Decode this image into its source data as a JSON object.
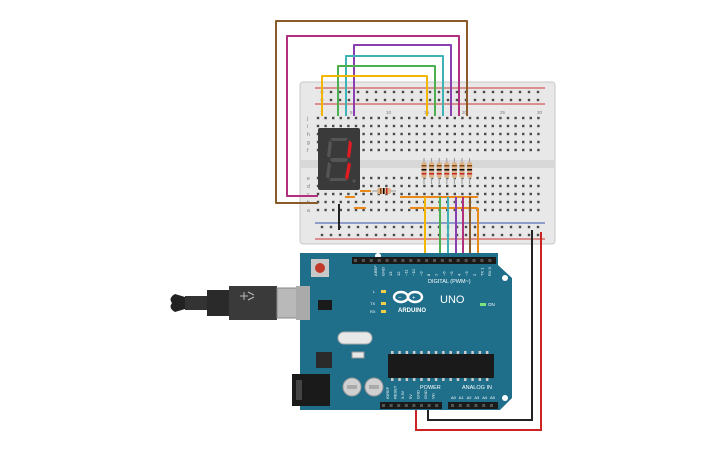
{
  "colors": {
    "board": "#1f6f8b",
    "breadboard": "#e6e6e6",
    "wire_brown": "#8b5a2b",
    "wire_magenta": "#b0307e",
    "wire_purple": "#8a3fb0",
    "wire_cyan": "#3fb2b5",
    "wire_green": "#4caf50",
    "wire_yellow": "#f2b705",
    "wire_orange": "#e8891a",
    "wire_red": "#cc2222",
    "wire_black": "#222222",
    "segment_on": "#e31b23"
  },
  "board": {
    "brand": "ARDUINO",
    "model": "UNO",
    "digital_label": "DIGITAL (PWM~)",
    "power_label": "POWER",
    "analog_label": "ANALOG IN",
    "on_label": "ON",
    "l_label": "L",
    "tx_label": "TX",
    "rx_label": "RX",
    "digital_pins": [
      "AREF",
      "GND",
      "13",
      "12",
      "~11",
      "~10",
      "~9",
      "8",
      "7",
      "~6",
      "~5",
      "4",
      "~3",
      "2",
      "TX 1",
      "RX 0"
    ],
    "power_pins": [
      "IOREF",
      "RESET",
      "3.3V",
      "5V",
      "GND",
      "GND",
      "Vin"
    ],
    "analog_pins": [
      "A0",
      "A1",
      "A2",
      "A3",
      "A4",
      "A5"
    ]
  },
  "display": {
    "digit": "1"
  },
  "breadboard": {
    "col_numbers_top": [
      "1",
      "5",
      "10",
      "15",
      "20",
      "25",
      "30"
    ],
    "row_letters_top": [
      "j",
      "i",
      "h",
      "g",
      "f"
    ],
    "row_letters_bottom": [
      "e",
      "d",
      "c",
      "b",
      "a"
    ]
  },
  "icons": {
    "usb": "usb-plug-icon",
    "reset": "reset-button-icon",
    "logo": "arduino-infinity-logo-icon"
  }
}
